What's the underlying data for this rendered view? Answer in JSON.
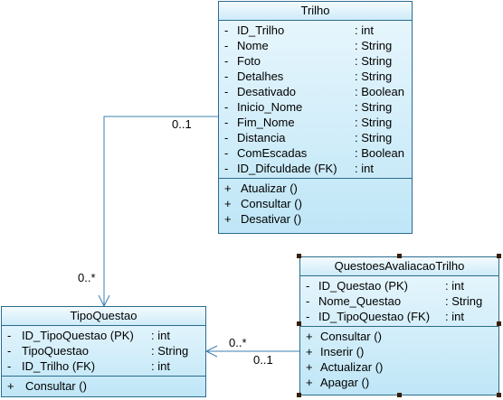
{
  "classes": {
    "trilho": {
      "name": "Trilho",
      "attributes": [
        {
          "vis": "-",
          "name": "ID_Trilho",
          "type": ": int"
        },
        {
          "vis": "-",
          "name": "Nome",
          "type": ": String"
        },
        {
          "vis": "-",
          "name": "Foto",
          "type": ": String"
        },
        {
          "vis": "-",
          "name": "Detalhes",
          "type": ": String"
        },
        {
          "vis": "-",
          "name": "Desativado",
          "type": ": Boolean"
        },
        {
          "vis": "-",
          "name": "Inicio_Nome",
          "type": ": String"
        },
        {
          "vis": "-",
          "name": "Fim_Nome",
          "type": ": String"
        },
        {
          "vis": "-",
          "name": "Distancia",
          "type": ": String"
        },
        {
          "vis": "-",
          "name": "ComEscadas",
          "type": ": Boolean"
        },
        {
          "vis": "-",
          "name": "ID_Difculdade (FK)",
          "type": ": int"
        }
      ],
      "operations": [
        {
          "vis": "+",
          "name": "Atualizar ()"
        },
        {
          "vis": "+",
          "name": "Consultar ()"
        },
        {
          "vis": "+",
          "name": "Desativar ()"
        }
      ]
    },
    "tipoquestao": {
      "name": "TipoQuestao",
      "attributes": [
        {
          "vis": "-",
          "name": "ID_TipoQuestao (PK)",
          "type": ": int"
        },
        {
          "vis": "-",
          "name": "TipoQuestao",
          "type": ": String"
        },
        {
          "vis": "-",
          "name": "ID_Trilho (FK)",
          "type": ": int"
        }
      ],
      "operations": [
        {
          "vis": "+",
          "name": "Consultar ()"
        }
      ]
    },
    "questoes": {
      "name": "QuestoesAvaliacaoTrilho",
      "attributes": [
        {
          "vis": "-",
          "name": "ID_Questao (PK)",
          "type": ": int"
        },
        {
          "vis": "-",
          "name": "Nome_Questao",
          "type": ": String"
        },
        {
          "vis": "-",
          "name": "ID_TipoQuestao (FK)",
          "type": ": int"
        }
      ],
      "operations": [
        {
          "vis": "+",
          "name": "Consultar ()"
        },
        {
          "vis": "+",
          "name": "Inserir ()"
        },
        {
          "vis": "+",
          "name": "Actualizar ()"
        },
        {
          "vis": "+",
          "name": "Apagar ()"
        }
      ]
    }
  },
  "associations": {
    "trilho_tipoquestao": {
      "source_mult": "0..1",
      "target_mult": "0..*"
    },
    "questoes_tipoquestao": {
      "target_mult": "0..*",
      "source_mult": "0..1"
    }
  },
  "colors": {
    "border": "#2b6c8e",
    "fill_top": "#eaf7fd",
    "fill_bottom": "#bfe6f7",
    "line": "#3b7fb0"
  }
}
